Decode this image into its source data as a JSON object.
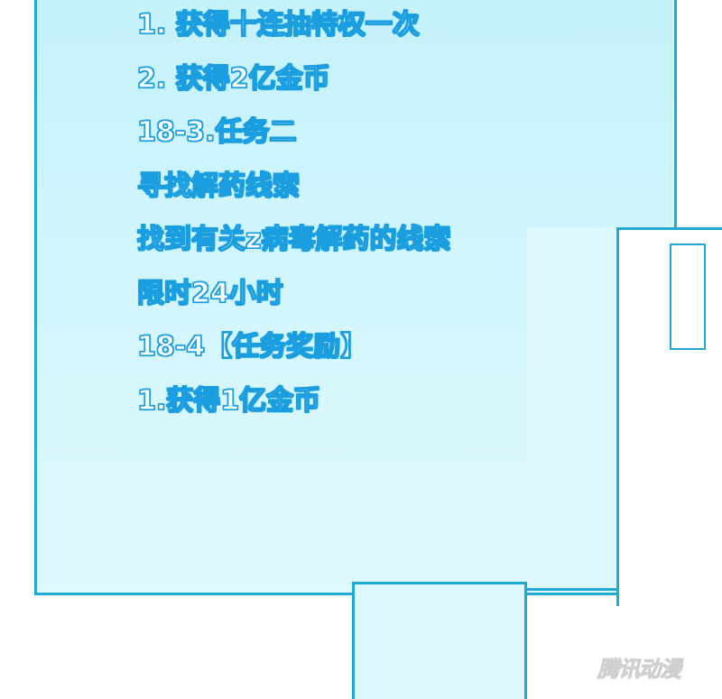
{
  "text_lines": [
    "1. 获得十连抽特权一次",
    "2. 获得2亿金币",
    "18-3.任务二",
    "寻找解药线索",
    "找到有关z病毒解药的线索",
    "限时24小时",
    "18-4【任务奖励】",
    "1.获得1亿金币"
  ],
  "watermark": "腾讯动漫",
  "colors": {
    "panel_border": "#22a9d6",
    "text_outline": "#1b9ee0",
    "panel_fill": "#c5f2fb"
  }
}
